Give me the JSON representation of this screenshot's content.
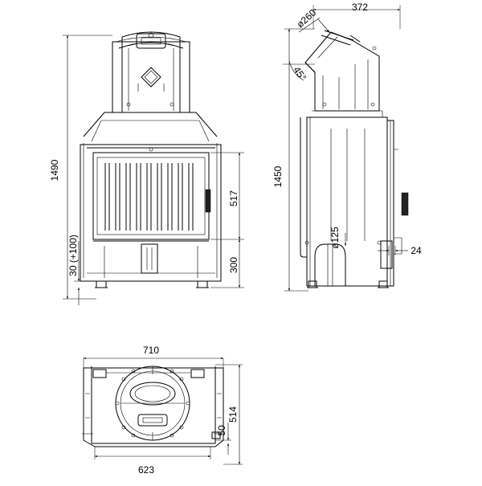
{
  "front_view": {
    "total_height": "1490",
    "door_height": "517",
    "base_height": "300",
    "leg_height": "30 (+100)"
  },
  "side_view": {
    "depth": "372",
    "flue_diameter": "ø260",
    "flue_angle": "45°",
    "total_height": "1450",
    "air_inlet_diameter": "ø125",
    "handle_depth": "24"
  },
  "top_view": {
    "width": "710",
    "inner_width": "623",
    "depth": "514",
    "front_offset": "50"
  }
}
